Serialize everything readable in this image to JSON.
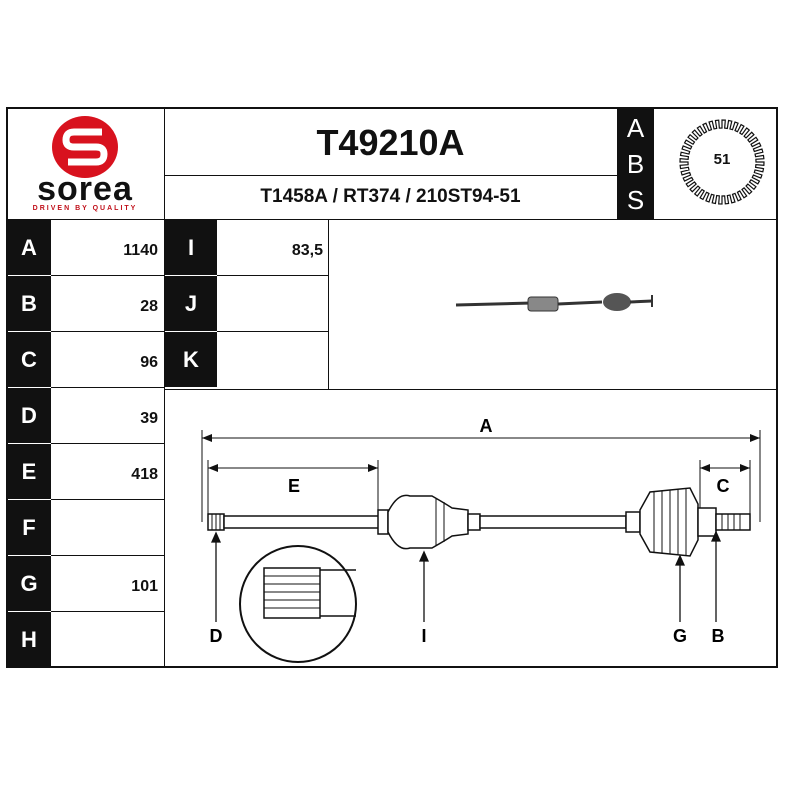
{
  "brand": {
    "name": "sorea",
    "tagline": "DRIVEN BY QUALITY",
    "logo_color": "#d8121e"
  },
  "product": {
    "code": "T49210A",
    "cross_refs": "T1458A / RT374 / 210ST94-51"
  },
  "abs": {
    "letters": [
      "A",
      "B",
      "S"
    ],
    "teeth": "51"
  },
  "specs_left": [
    {
      "letter": "A",
      "value": "1140"
    },
    {
      "letter": "B",
      "value": "28"
    },
    {
      "letter": "C",
      "value": "96"
    },
    {
      "letter": "D",
      "value": "39"
    },
    {
      "letter": "E",
      "value": "418"
    },
    {
      "letter": "F",
      "value": ""
    },
    {
      "letter": "G",
      "value": "101"
    },
    {
      "letter": "H",
      "value": ""
    }
  ],
  "specs_right": [
    {
      "letter": "I",
      "value": "83,5"
    },
    {
      "letter": "J",
      "value": ""
    },
    {
      "letter": "K",
      "value": ""
    }
  ],
  "diagram_labels": {
    "A": "A",
    "E": "E",
    "C": "C",
    "D": "D",
    "I": "I",
    "G": "G",
    "B": "B"
  }
}
